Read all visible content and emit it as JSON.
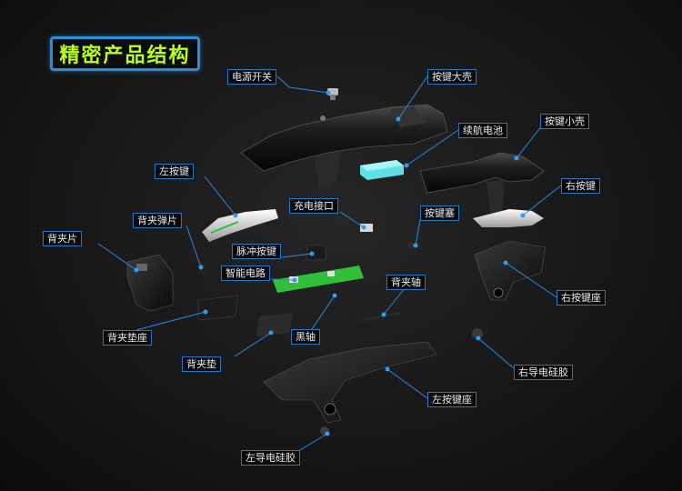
{
  "title": "精密产品结构",
  "labels": {
    "power_switch": "电源开关",
    "big_shell": "按键大壳",
    "battery": "续航电池",
    "small_shell": "按键小壳",
    "left_key": "左按键",
    "right_key": "右按键",
    "charge_port": "充电接口",
    "key_plug": "按键塞",
    "clip_spring": "背夹弹片",
    "back_clip": "背夹片",
    "pulse_key": "脉冲按键",
    "smart_circuit": "智能电路",
    "clip_shaft": "背夹轴",
    "right_key_base": "右按键座",
    "clip_pad_base": "背夹垫座",
    "black_shaft": "黑轴",
    "clip_pad": "背夹垫",
    "right_silicone": "右导电硅胶",
    "left_key_base": "左按键座",
    "left_silicone": "左导电硅胶"
  },
  "colors": {
    "accent_border": "#2a8fd8",
    "title_text": "#b6ff1c",
    "battery": "#5fe0e6",
    "circuit": "#2fbf3a"
  }
}
